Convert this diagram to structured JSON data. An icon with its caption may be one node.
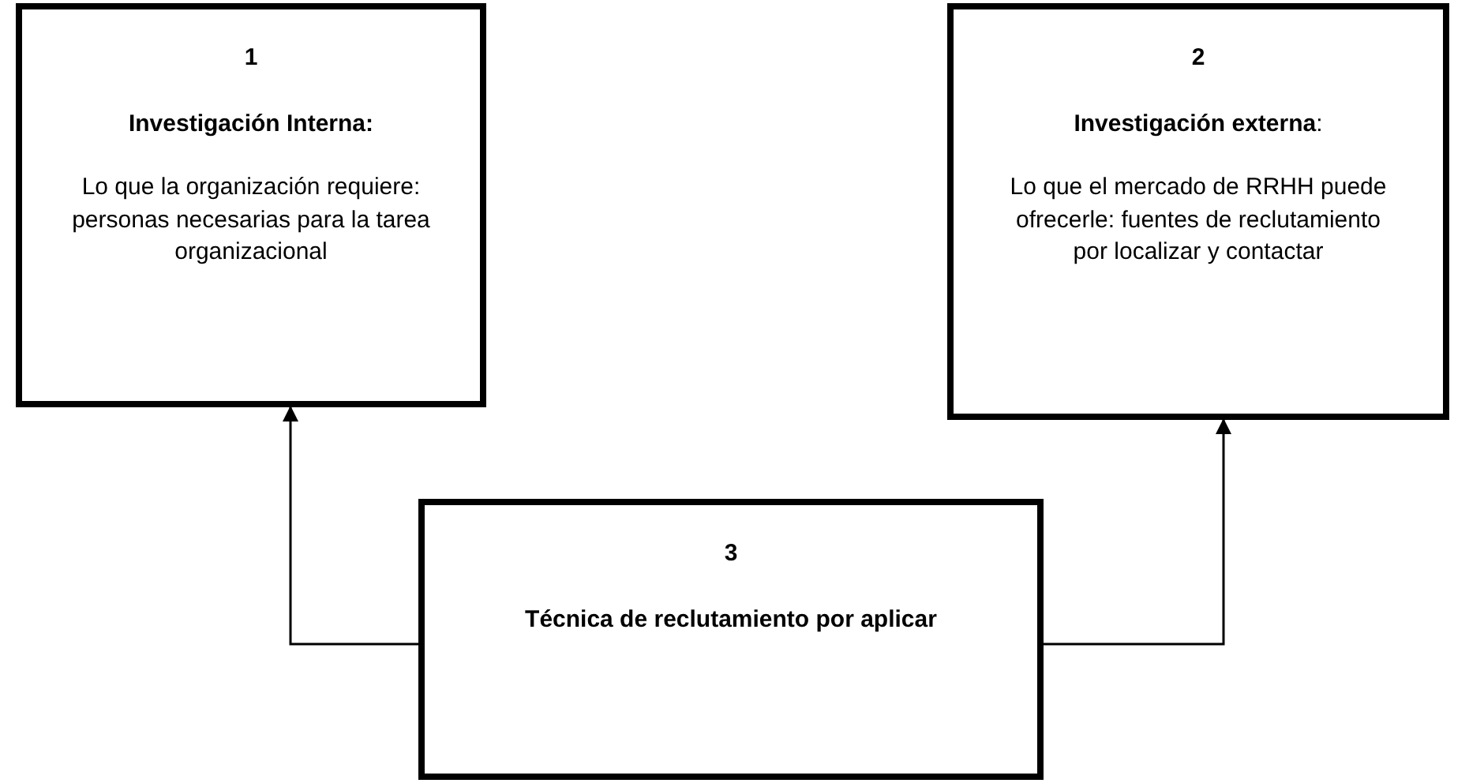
{
  "diagram": {
    "nodes": [
      {
        "text": [
          "1",
          "Investigación Interna:",
          "Lo que la organización requiere: personas necesarias para la tarea organizacional"
        ]
      },
      {
        "text": [
          "2",
          "**Investigación externa**:",
          "Lo que el mercado de RRHH puede ofrecerle: fuentes de reclutamiento por localizar y contactar"
        ]
      },
      {
        "text": [
          "3",
          "Técnica de reclutamiento por aplicar"
        ]
      }
    ],
    "edges": [
      {
        "from": 2,
        "to": 0,
        "arrow": "to"
      },
      {
        "from": 2,
        "to": 1,
        "arrow": "to"
      }
    ]
  }
}
